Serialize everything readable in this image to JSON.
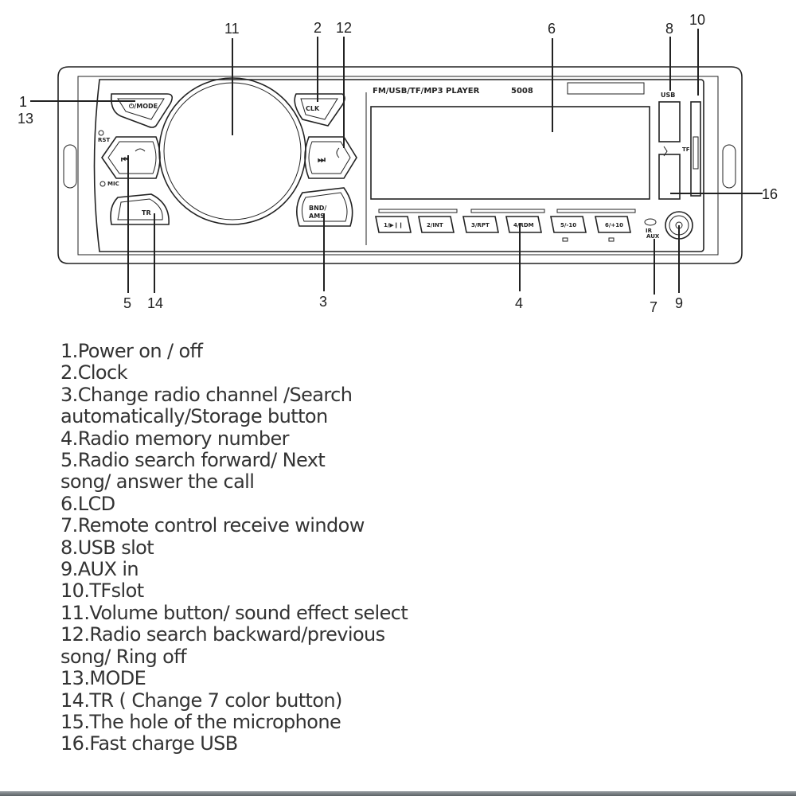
{
  "panel": {
    "brand_text": "FM/USB/TF/MP3 PLAYER",
    "model_text": "5008",
    "buttons": {
      "mode": "⏻/MODE",
      "clk": "CLK",
      "prev": "⏮",
      "next": "⏭",
      "tr": "TR",
      "bnd_line1": "BND/",
      "bnd_line2": "AMS"
    },
    "presets": [
      "1/▶❙❙",
      "2/INT",
      "3/RPT",
      "4/RDM",
      "5/-10",
      "6/+10"
    ],
    "small_labels": {
      "rst": "RST",
      "mic": "MIC",
      "usb": "USB",
      "tf": "TF",
      "ir": "IR",
      "aux": "AUX"
    },
    "callouts": [
      "1",
      "13",
      "11",
      "2",
      "12",
      "6",
      "8",
      "10",
      "16",
      "5",
      "14",
      "3",
      "4",
      "7",
      "9"
    ]
  },
  "legend": [
    "1.Power on / off",
    "2.Clock",
    "3.Change radio channel /Search",
    "automatically/Storage button",
    "4.Radio memory number",
    "5.Radio search forward/ Next",
    "song/ answer the call",
    "6.LCD",
    "7.Remote control receive window",
    "8.USB slot",
    "9.AUX in",
    "10.TFslot",
    "11.Volume button/ sound effect select",
    "12.Radio search backward/previous",
    "song/ Ring off",
    "13.MODE",
    "14.TR ( Change 7 color button)",
    "15.The hole of the microphone",
    "16.Fast charge USB"
  ]
}
